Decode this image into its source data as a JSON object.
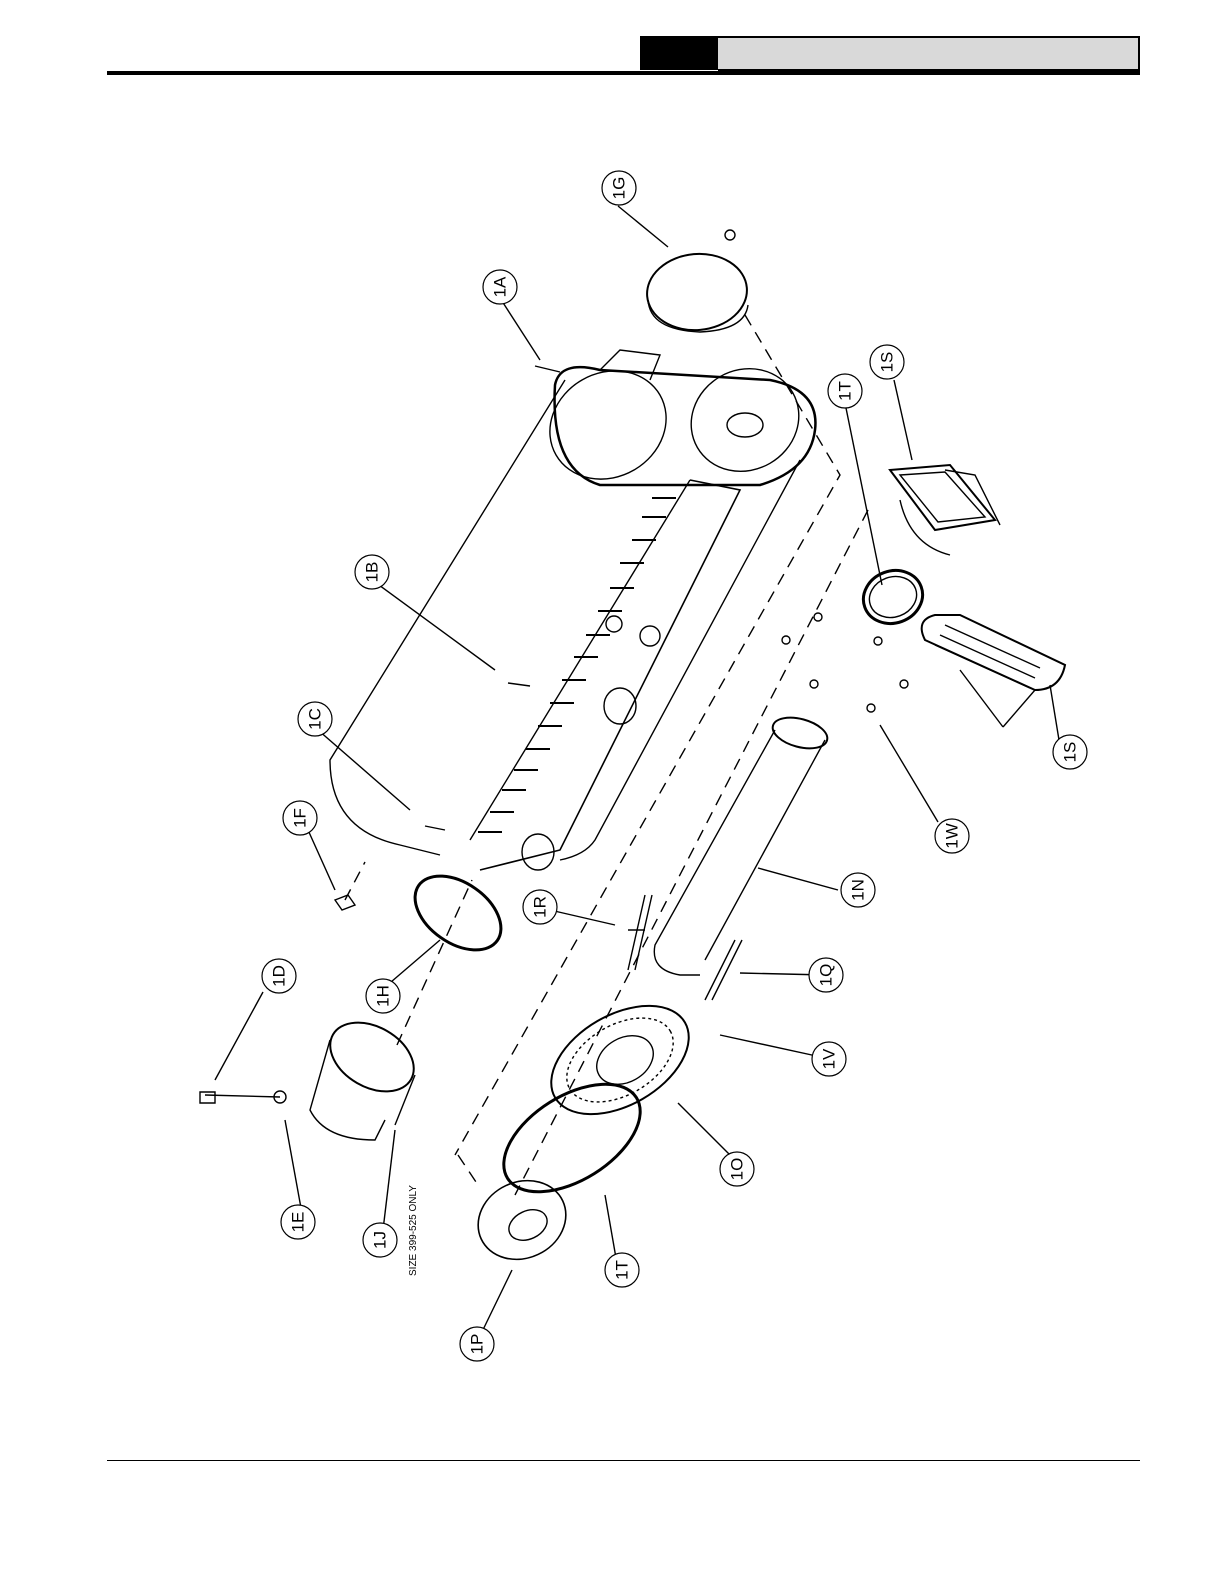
{
  "callouts": {
    "c1A": "1A",
    "c1B": "1B",
    "c1C": "1C",
    "c1D": "1D",
    "c1E": "1E",
    "c1F": "1F",
    "c1G": "1G",
    "c1H": "1H",
    "c1J": "1J",
    "c1N": "1N",
    "c1O": "1O",
    "c1P": "1P",
    "c1Q": "1Q",
    "c1R": "1R",
    "c1S_top": "1S",
    "c1S_bottom": "1S",
    "c1T_top": "1T",
    "c1T_bottom": "1T",
    "c1V": "1V",
    "c1W": "1W"
  },
  "note": "SIZE 399-525 ONLY"
}
